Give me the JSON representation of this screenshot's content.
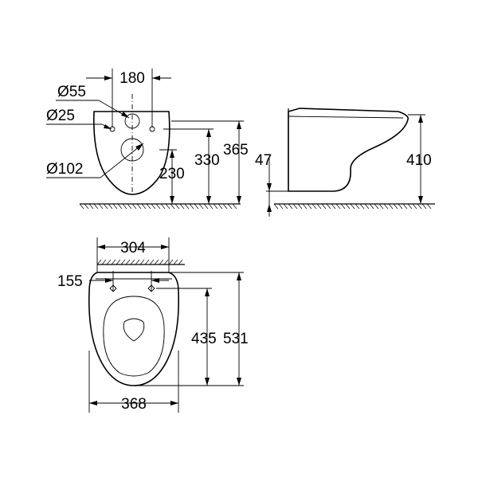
{
  "front_view": {
    "dim_width": "180",
    "dim_dia_55": "Ø55",
    "dim_dia_25": "Ø25",
    "dim_dia_102": "Ø102",
    "dim_230": "230",
    "dim_330": "330",
    "dim_365": "365"
  },
  "side_view": {
    "dim_47": "47",
    "dim_410": "410"
  },
  "top_view": {
    "dim_304": "304",
    "dim_155": "155",
    "dim_435": "435",
    "dim_531": "531",
    "dim_368": "368"
  }
}
